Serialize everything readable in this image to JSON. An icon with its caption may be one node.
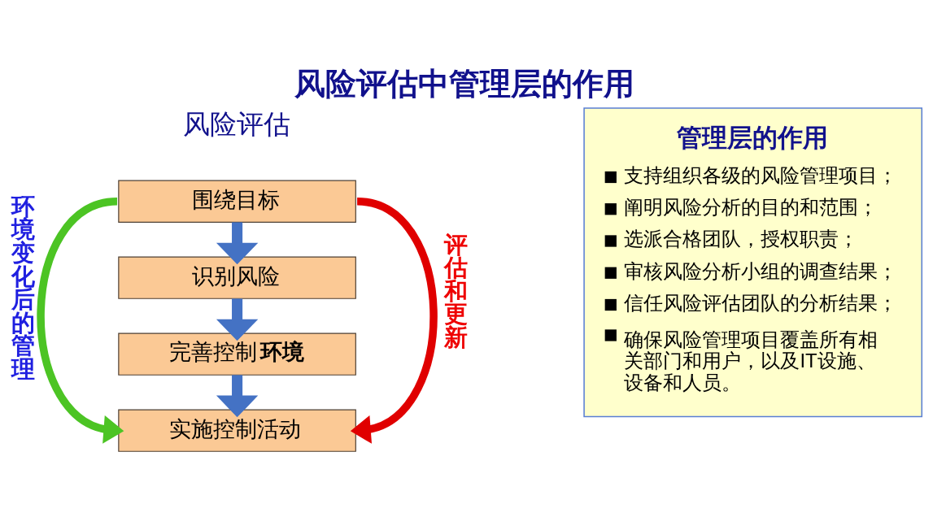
{
  "diagram": {
    "title": "风险评估中管理层的作用",
    "nodes": [
      {
        "text": [
          "围绕目标"
        ]
      },
      {
        "text": [
          "识别风险"
        ]
      },
      {
        "text": [
          "完善控制**环境**"
        ]
      },
      {
        "text": [
          "实施控制活动"
        ]
      },
      {
        "text": [
          "管理层的作用",
          "支持组织各级的风险管理项目；",
          "阐明风险分析的目的和范围；",
          "选派合格团队，授权职责；",
          "审核风险分析小组的调查结果；",
          "信任风险评估团队的分析结果；",
          "确保风险管理项目覆盖所有相关部门和用户，以及IT设施、设备和人员。"
        ]
      }
    ],
    "edges": [
      {
        "from": 0,
        "to": 3,
        "arrow": "to",
        "label": "环境变化后的管理",
        "color": "#4cc424"
      },
      {
        "from": 0,
        "to": 1,
        "arrow": "to"
      },
      {
        "from": 1,
        "to": 2,
        "arrow": "to"
      },
      {
        "from": 2,
        "to": 3,
        "arrow": "to"
      },
      {
        "from": 0,
        "to": 3,
        "arrow": "to",
        "label": "评估和更新",
        "color": "#e00000"
      }
    ],
    "labels": [
      "风险评估"
    ]
  }
}
